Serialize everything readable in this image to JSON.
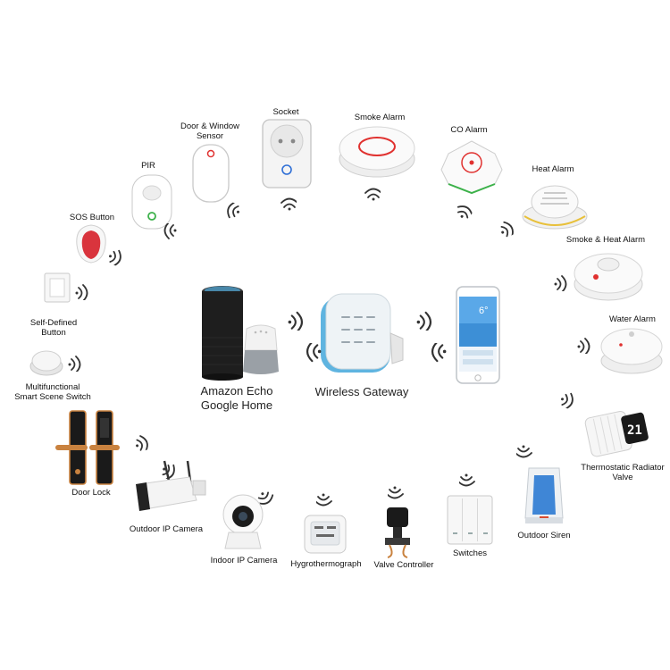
{
  "hub": {
    "gateway": "Wireless Gateway",
    "echo": "Amazon Echo",
    "google": "Google Home"
  },
  "phone": {
    "temp": "6°"
  },
  "thermostat": {
    "display": "21"
  },
  "devices": {
    "door_window_sensor": "Door & Window\nSensor",
    "socket": "Socket",
    "smoke_alarm": "Smoke Alarm",
    "co_alarm": "CO Alarm",
    "heat_alarm": "Heat Alarm",
    "smoke_heat_alarm": "Smoke & Heat Alarm",
    "water_alarm": "Water Alarm",
    "thermostatic_radiator_valve": "Thermostatic Radiator\nValve",
    "outdoor_siren": "Outdoor Siren",
    "switches": "Switches",
    "valve_controller": "Valve Controller",
    "hygrothermograph": "Hygrothermograph",
    "indoor_ip_camera": "Indoor IP Camera",
    "outdoor_ip_camera": "Outdoor IP Camera",
    "door_lock": "Door Lock",
    "smart_scene_switch": "Multifunctional\nSmart Scene Switch",
    "self_defined_button": "Self-Defined\nButton",
    "sos_button": "SOS Button",
    "pir": "PIR"
  },
  "colors": {
    "gateway_ring": "#5fb4e0",
    "alarm_red": "#e0312f",
    "status_green": "#3cb14a",
    "lock_gold": "#c9823f",
    "heat_ring": "#e8c03a"
  }
}
